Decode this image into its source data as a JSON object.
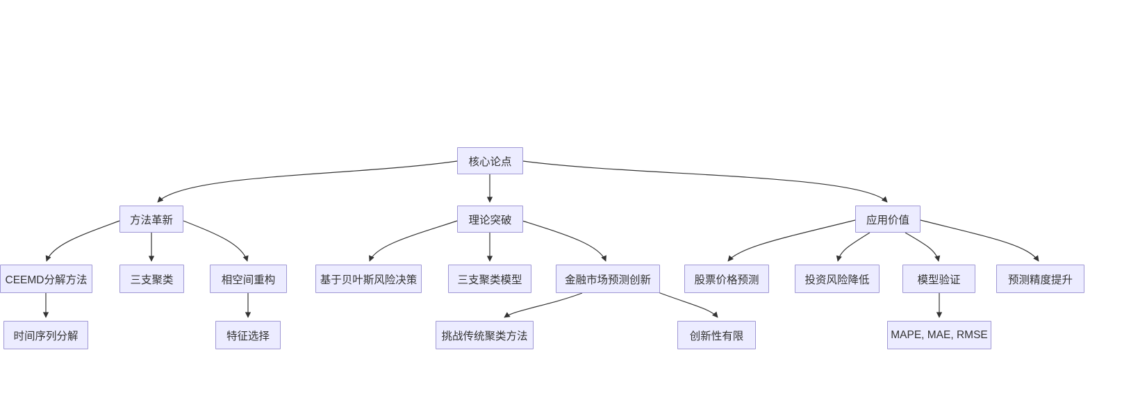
{
  "diagram": {
    "type": "flowchart",
    "direction": "top-down",
    "colors": {
      "background": "#ffffff",
      "node_fill": "#ECECFF",
      "node_border": "#9F97D4",
      "edge": "#333333",
      "text": "#333333"
    },
    "nodes": {
      "root": {
        "label": "核心论点"
      },
      "method": {
        "label": "方法革新"
      },
      "theory": {
        "label": "理论突破"
      },
      "application": {
        "label": "应用价值"
      },
      "ceemd": {
        "label": "CEEMD分解方法"
      },
      "three_way": {
        "label": "三支聚类"
      },
      "phase_space": {
        "label": "相空间重构"
      },
      "bayes": {
        "label": "基于贝叶斯风险决策"
      },
      "three_way_model": {
        "label": "三支聚类模型"
      },
      "finance_innovation": {
        "label": "金融市场预测创新"
      },
      "stock_prediction": {
        "label": "股票价格预测"
      },
      "risk_reduction": {
        "label": "投资风险降低"
      },
      "model_validation": {
        "label": "模型验证"
      },
      "accuracy_improvement": {
        "label": "预测精度提升"
      },
      "time_series": {
        "label": "时间序列分解"
      },
      "feature_selection": {
        "label": "特征选择"
      },
      "challenge_clustering": {
        "label": "挑战传统聚类方法"
      },
      "limited_novelty": {
        "label": "创新性有限"
      },
      "metrics": {
        "label": "MAPE, MAE, RMSE"
      }
    },
    "edges": [
      {
        "from": "root",
        "to": "method"
      },
      {
        "from": "root",
        "to": "theory"
      },
      {
        "from": "root",
        "to": "application"
      },
      {
        "from": "method",
        "to": "ceemd"
      },
      {
        "from": "method",
        "to": "three_way"
      },
      {
        "from": "method",
        "to": "phase_space"
      },
      {
        "from": "theory",
        "to": "bayes"
      },
      {
        "from": "theory",
        "to": "three_way_model"
      },
      {
        "from": "theory",
        "to": "finance_innovation"
      },
      {
        "from": "application",
        "to": "stock_prediction"
      },
      {
        "from": "application",
        "to": "risk_reduction"
      },
      {
        "from": "application",
        "to": "model_validation"
      },
      {
        "from": "application",
        "to": "accuracy_improvement"
      },
      {
        "from": "ceemd",
        "to": "time_series"
      },
      {
        "from": "phase_space",
        "to": "feature_selection"
      },
      {
        "from": "finance_innovation",
        "to": "challenge_clustering"
      },
      {
        "from": "finance_innovation",
        "to": "limited_novelty"
      },
      {
        "from": "model_validation",
        "to": "metrics"
      }
    ]
  }
}
